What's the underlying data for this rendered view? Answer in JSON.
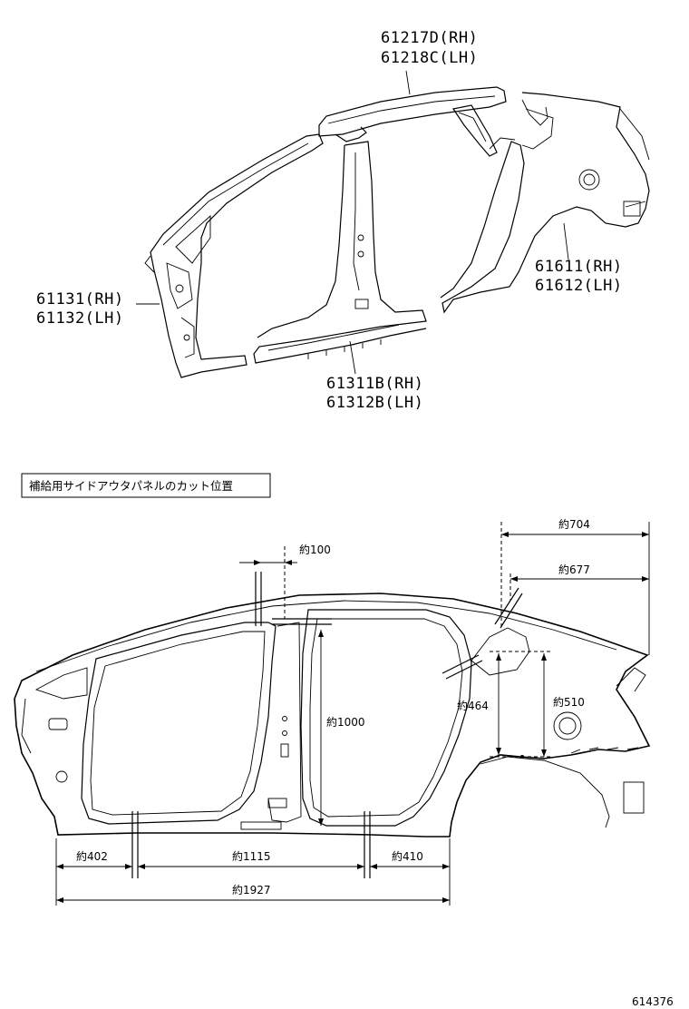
{
  "parts": {
    "roof_rail": {
      "line1": "61217D(RH)",
      "line2": "61218C(LH)"
    },
    "front_pillar": {
      "line1": "61131(RH)",
      "line2": "61132(LH)"
    },
    "quarter_panel": {
      "line1": "61611(RH)",
      "line2": "61612(LH)"
    },
    "center_pillar": {
      "line1": "61311B(RH)",
      "line2": "61312B(LH)"
    }
  },
  "caption": "補給用サイドアウタパネルのカット位置",
  "dimensions": {
    "d704": "約704",
    "d677": "約677",
    "d100": "約100",
    "d1000": "約1000",
    "d464": "約464",
    "d510": "約510",
    "d402": "約402",
    "d1115": "約1115",
    "d410": "約410",
    "d1927": "約1927"
  },
  "reference_number": "614376"
}
